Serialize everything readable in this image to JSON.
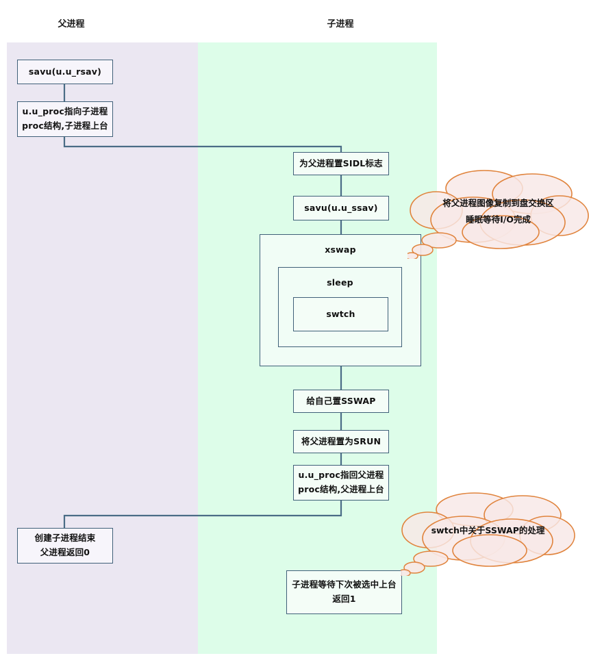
{
  "diagram": {
    "title_parent_lane": "父进程",
    "title_child_lane": "子进程",
    "colors": {
      "parent_lane_fill": "#ebe7f2",
      "child_lane_fill": "#ddfde9",
      "box_border": "#3f5f78",
      "box_fill": "#f7f5fb",
      "connector": "#4a6c86",
      "cloud_border": "#e0833c",
      "cloud_fill": "#f8e8e6",
      "text": "#101010"
    }
  },
  "nodes": {
    "savu_rsav": {
      "label": "savu(u.u_rsav)"
    },
    "uproc_to_child": {
      "line1": "u.u_proc指向子进程",
      "line2": "proc结构,子进程上台"
    },
    "set_sidl": {
      "label": "为父进程置SIDL标志"
    },
    "savu_ssav": {
      "label": "savu(u.u_ssav)"
    },
    "xswap": {
      "label": "xswap"
    },
    "sleep": {
      "label": "sleep"
    },
    "swtch": {
      "label": "swtch"
    },
    "set_sswap": {
      "label": "给自己置SSWAP"
    },
    "set_srun": {
      "label": "将父进程置为SRUN"
    },
    "uproc_back_to_parent": {
      "line1": "u.u_proc指回父进程",
      "line2": "proc结构,父进程上台"
    },
    "parent_done": {
      "line1": "创建子进程结束",
      "line2": "父进程返回0"
    },
    "child_wait": {
      "line1": "子进程等待下次被选中上台",
      "line2": "返回1"
    }
  },
  "callouts": {
    "cloud_top": {
      "line1": "将父进程图像复制到盘交换区",
      "line2": "睡眠等待I/O完成"
    },
    "cloud_bottom": {
      "line1": "swtch中关于SSWAP的处理"
    }
  }
}
